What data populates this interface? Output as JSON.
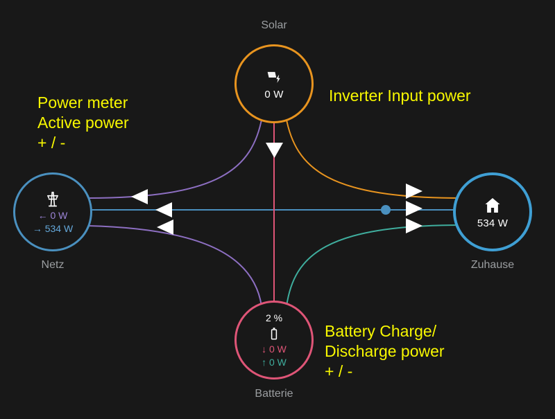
{
  "page": {
    "background": "#181818"
  },
  "nodes": {
    "solar": {
      "label": "Solar",
      "value": "0 W",
      "color": "#e8941f"
    },
    "grid": {
      "label": "Netz",
      "export": "← 0 W",
      "import": "→ 534 W",
      "color": "#4a90bf",
      "export_color": "#9d85d8",
      "import_color": "#64a7d9"
    },
    "home": {
      "label": "Zuhause",
      "value": "534 W",
      "color": "#3f9fd4"
    },
    "battery": {
      "label": "Batterie",
      "soc": "2 %",
      "charge": "↓ 0 W",
      "discharge": "↑ 0 W",
      "color": "#df5577",
      "charge_color": "#df5577",
      "discharge_color": "#3fae9e"
    }
  },
  "flows": {
    "solar_to_grid": {
      "color": "#8d6fc2"
    },
    "solar_to_home": {
      "color": "#e8941f"
    },
    "grid_to_home": {
      "color": "#4a90bf"
    },
    "solar_to_battery": {
      "color": "#df5577"
    },
    "grid_to_battery": {
      "color": "#8d6fc2"
    },
    "battery_to_home": {
      "color": "#3fae9e"
    }
  },
  "annotations": {
    "color": "#f8f800",
    "power_meter": [
      "Power meter",
      "Active power",
      "+ / -"
    ],
    "inverter": [
      "Inverter Input power"
    ],
    "battery": [
      "Battery Charge/",
      "Discharge power",
      "+ / -"
    ]
  }
}
